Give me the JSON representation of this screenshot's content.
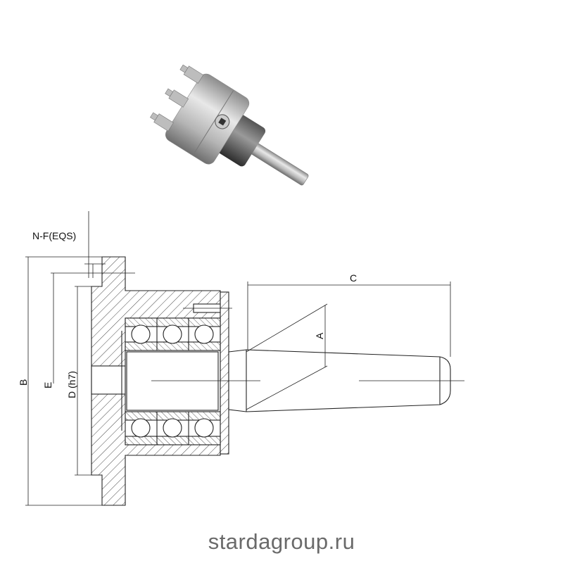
{
  "product_photo": {
    "subject": "chuck-with-taper-shank"
  },
  "drawing": {
    "labels": {
      "nf": "N-F(EQS)",
      "b": "B",
      "e": "E",
      "d": "D (h7)",
      "c": "C",
      "a": "A"
    }
  },
  "watermark": "stardagroup.ru",
  "colors": {
    "line": "#222222",
    "watermark": "#6a6a6a"
  }
}
